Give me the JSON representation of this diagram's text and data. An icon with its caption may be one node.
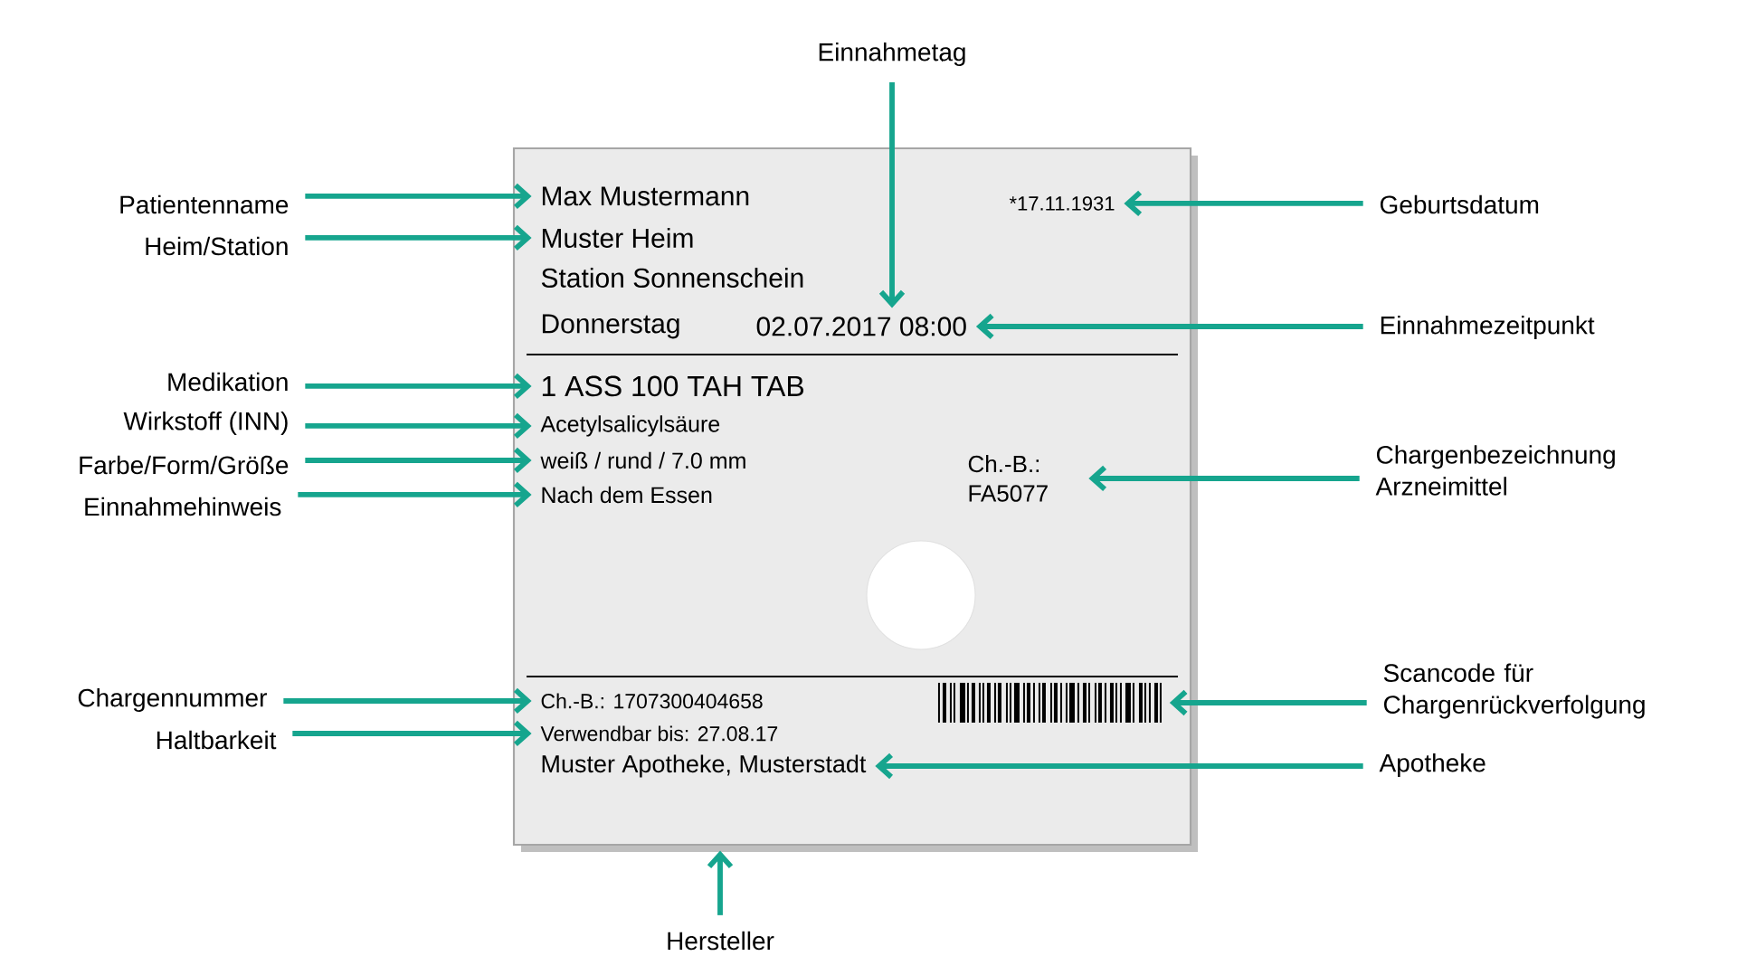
{
  "diagram": {
    "nodes": [
      {
        "text": [],
        "shape": "box"
      },
      {
        "text": [
          "Max Mustermann"
        ],
        "in": 0
      },
      {
        "text": [
          "*17.11.1931"
        ],
        "in": 0
      },
      {
        "text": [
          "Muster Heim"
        ],
        "in": 0
      },
      {
        "text": [
          "Station Sonnenschein"
        ],
        "in": 0
      },
      {
        "text": [
          "Donnerstag"
        ],
        "in": 0
      },
      {
        "text": [
          "02.07.2017 08:00"
        ],
        "in": 0
      },
      {
        "text": [
          "1 ASS 100 TAH TAB"
        ],
        "in": 0
      },
      {
        "text": [
          "Acetylsalicylsäure"
        ],
        "in": 0
      },
      {
        "text": [
          "weiß / rund / 7.0 mm"
        ],
        "in": 0
      },
      {
        "text": [
          "Nach dem Essen"
        ],
        "in": 0
      },
      {
        "text": [
          "Ch.-B.: FA5077"
        ],
        "in": 0
      },
      {
        "text": [],
        "shape": "picture",
        "in": 0
      },
      {
        "text": [
          "Ch.-B.: 1707300404658"
        ],
        "in": 0
      },
      {
        "text": [
          "Verwendbar bis: 27.08.17"
        ],
        "in": 0
      },
      {
        "text": [
          "Muster Apotheke, Musterstadt"
        ],
        "in": 0
      },
      {
        "text": [
          "Einnahmetag"
        ]
      },
      {
        "text": [
          "Patientenname"
        ]
      },
      {
        "text": [
          "Heim/Station"
        ]
      },
      {
        "text": [
          "Geburtsdatum"
        ]
      },
      {
        "text": [
          "Einnahmezeitpunkt"
        ]
      },
      {
        "text": [
          "Medikation"
        ]
      },
      {
        "text": [
          "Wirkstoff (INN)"
        ]
      },
      {
        "text": [
          "Farbe/Form/Größe"
        ]
      },
      {
        "text": [
          "Einnahmehinweis"
        ]
      },
      {
        "text": [
          "Chargenbezeichnung Arzneimittel"
        ]
      },
      {
        "text": [
          "Chargennummer"
        ]
      },
      {
        "text": [
          "Scancode für Chargenrückverfolgung"
        ]
      },
      {
        "text": [
          "Haltbarkeit"
        ]
      },
      {
        "text": [
          "Apotheke"
        ]
      },
      {
        "text": [
          "Hersteller"
        ]
      }
    ],
    "edges": [
      {
        "from": 16,
        "to": 6,
        "arrow": "to"
      },
      {
        "from": 17,
        "to": 1,
        "arrow": "to"
      },
      {
        "from": 18,
        "to": 3,
        "arrow": "to"
      },
      {
        "from": 19,
        "to": 2,
        "arrow": "to"
      },
      {
        "from": 20,
        "to": 6,
        "arrow": "to"
      },
      {
        "from": 21,
        "to": 7,
        "arrow": "to"
      },
      {
        "from": 22,
        "to": 8,
        "arrow": "to"
      },
      {
        "from": 23,
        "to": 9,
        "arrow": "to"
      },
      {
        "from": 24,
        "to": 10,
        "arrow": "to"
      },
      {
        "from": 25,
        "to": 11,
        "arrow": "to"
      },
      {
        "from": 26,
        "to": 13,
        "arrow": "to"
      },
      {
        "from": 27,
        "to": 12,
        "arrow": "to"
      },
      {
        "from": 28,
        "to": 14,
        "arrow": "to"
      },
      {
        "from": 29,
        "to": 15,
        "arrow": "to"
      },
      {
        "from": 30,
        "to": 0,
        "arrow": "to"
      }
    ]
  }
}
